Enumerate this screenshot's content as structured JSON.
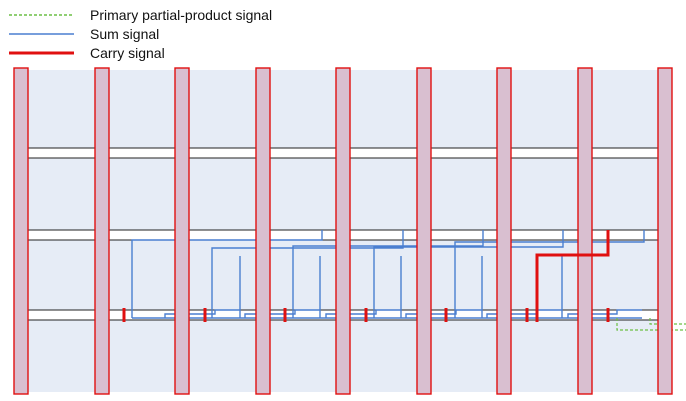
{
  "legend": {
    "primary_label": "Primary partial-product signal",
    "sum_label": "Sum signal",
    "carry_label": "Carry signal"
  },
  "colors": {
    "primary_signal": "#6cbf45",
    "sum_signal": "#4a7fd0",
    "carry_signal": "#e01010",
    "column_fill": "#d9bfd0",
    "column_stroke": "#e01010",
    "row_band_fill": "#e6ecf6",
    "row_line": "#222222"
  }
}
